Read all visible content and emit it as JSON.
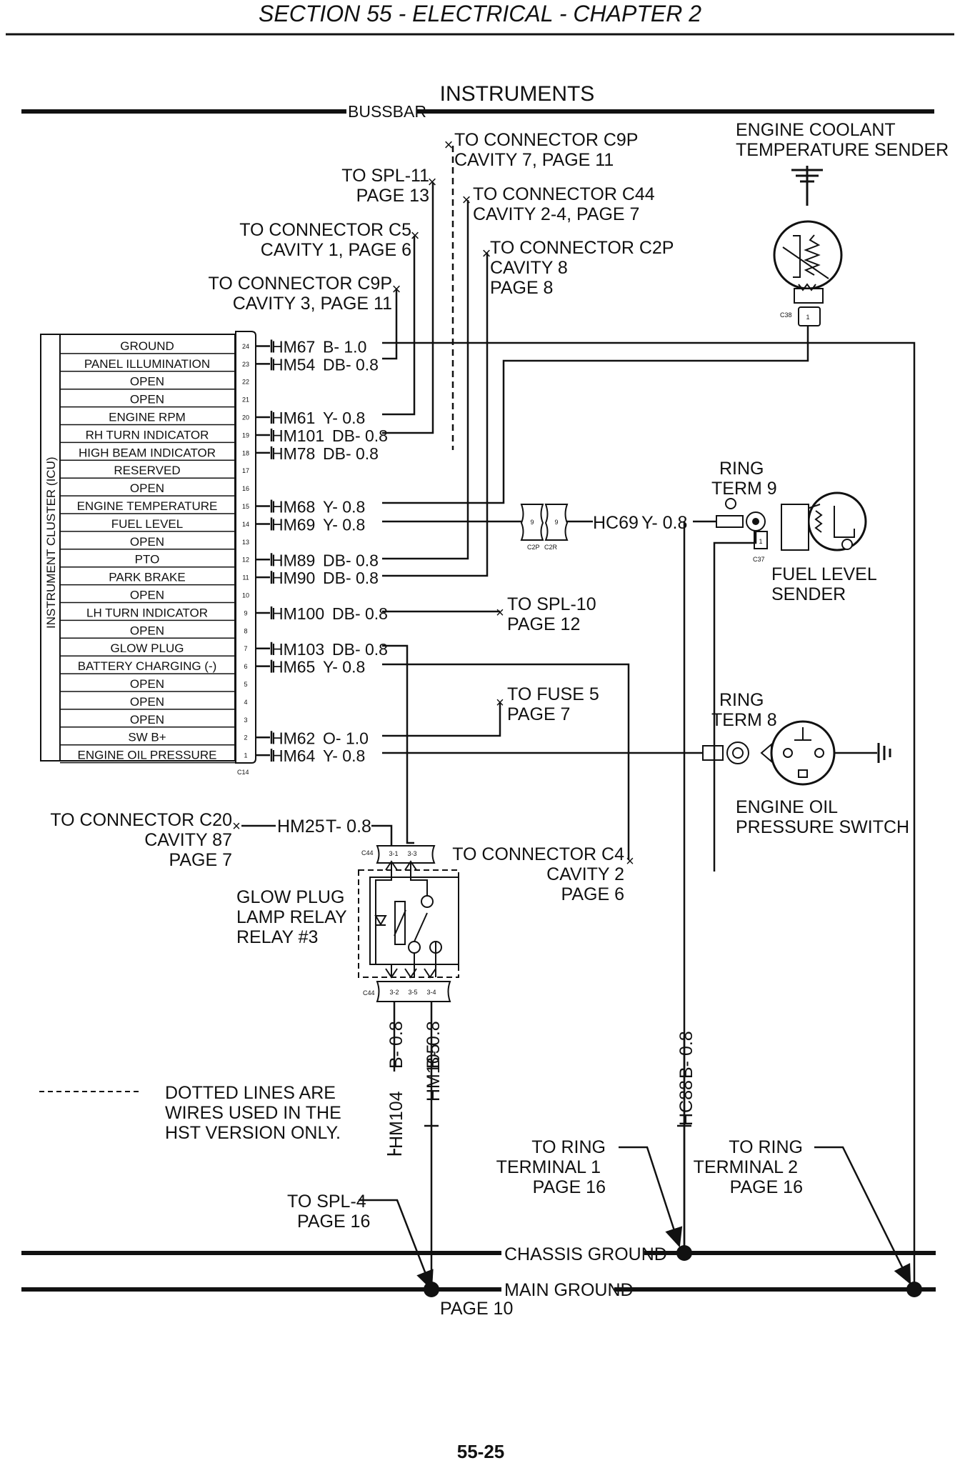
{
  "header": {
    "section_title": "SECTION 55 - ELECTRICAL - CHAPTER 2"
  },
  "diagram": {
    "title": "INSTRUMENTS",
    "bussbar_label": "BUSSBAR",
    "cluster_label": "INSTRUMENT CLUSTER (ICU)",
    "cluster_connector": "C14",
    "pins": [
      {
        "num": "24",
        "label": "GROUND"
      },
      {
        "num": "23",
        "label": "PANEL ILLUMINATION"
      },
      {
        "num": "22",
        "label": "OPEN"
      },
      {
        "num": "21",
        "label": "OPEN"
      },
      {
        "num": "20",
        "label": "ENGINE RPM"
      },
      {
        "num": "19",
        "label": "RH TURN INDICATOR"
      },
      {
        "num": "18",
        "label": "HIGH BEAM INDICATOR"
      },
      {
        "num": "17",
        "label": "RESERVED"
      },
      {
        "num": "16",
        "label": "OPEN"
      },
      {
        "num": "15",
        "label": "ENGINE TEMPERATURE"
      },
      {
        "num": "14",
        "label": "FUEL LEVEL"
      },
      {
        "num": "13",
        "label": "OPEN"
      },
      {
        "num": "12",
        "label": "PTO"
      },
      {
        "num": "11",
        "label": "PARK BRAKE"
      },
      {
        "num": "10",
        "label": "OPEN"
      },
      {
        "num": "9",
        "label": "LH TURN INDICATOR"
      },
      {
        "num": "8",
        "label": "OPEN"
      },
      {
        "num": "7",
        "label": "GLOW PLUG"
      },
      {
        "num": "6",
        "label": "BATTERY CHARGING (-)"
      },
      {
        "num": "5",
        "label": "OPEN"
      },
      {
        "num": "4",
        "label": "OPEN"
      },
      {
        "num": "3",
        "label": "OPEN"
      },
      {
        "num": "2",
        "label": "SW B+"
      },
      {
        "num": "1",
        "label": "ENGINE OIL PRESSURE"
      }
    ],
    "wires": [
      {
        "id": "HM67",
        "spec": "B- 1.0"
      },
      {
        "id": "HM54",
        "spec": "DB- 0.8"
      },
      {
        "id": "HM61",
        "spec": "Y- 0.8"
      },
      {
        "id": "HM101",
        "spec": "DB- 0.8"
      },
      {
        "id": "HM78",
        "spec": "DB- 0.8"
      },
      {
        "id": "HM68",
        "spec": "Y- 0.8"
      },
      {
        "id": "HM69",
        "spec": "Y- 0.8"
      },
      {
        "id": "HM89",
        "spec": "DB- 0.8"
      },
      {
        "id": "HM90",
        "spec": "DB- 0.8"
      },
      {
        "id": "HM100",
        "spec": "DB- 0.8"
      },
      {
        "id": "HM103",
        "spec": "DB- 0.8"
      },
      {
        "id": "HM65",
        "spec": "Y- 0.8"
      },
      {
        "id": "HM62",
        "spec": "O- 1.0"
      },
      {
        "id": "HM64",
        "spec": "Y- 0.8"
      }
    ],
    "refs": {
      "c9p_cavity7": [
        "TO CONNECTOR C9P",
        "CAVITY 7, PAGE 11"
      ],
      "spl11": [
        "TO SPL-11",
        "PAGE 13"
      ],
      "c44_cav24": [
        "TO CONNECTOR C44",
        "CAVITY 2-4, PAGE 7"
      ],
      "c5_cav1": [
        "TO CONNECTOR C5",
        "CAVITY 1, PAGE 6"
      ],
      "c2p_cav8": [
        "TO CONNECTOR C2P",
        "CAVITY 8",
        "PAGE 8"
      ],
      "c9p_cav3": [
        "TO CONNECTOR C9P",
        "CAVITY 3, PAGE 11"
      ],
      "spl10": [
        "TO SPL-10",
        "PAGE 12"
      ],
      "fuse5": [
        "TO FUSE 5",
        "PAGE 7"
      ],
      "c20_cav87": [
        "TO CONNECTOR C20",
        "CAVITY 87",
        "PAGE 7"
      ],
      "c4_cav2": [
        "TO CONNECTOR C4",
        "CAVITY 2",
        "PAGE 6"
      ],
      "spl4": [
        "TO SPL-4",
        "PAGE 16"
      ],
      "ring_term1": [
        "TO RING",
        "TERMINAL 1",
        "PAGE 16"
      ],
      "ring_term2": [
        "TO RING",
        "TERMINAL 2",
        "PAGE 16"
      ]
    },
    "coolant_sender": [
      "ENGINE COOLANT",
      "TEMPERATURE SENDER"
    ],
    "coolant_connector": "C38",
    "coolant_pin": "1",
    "ring_term9": [
      "RING",
      "TERM 9"
    ],
    "fuel_sender": [
      "FUEL LEVEL",
      "SENDER"
    ],
    "fuel_connector": "C37",
    "fuel_pin": "1",
    "c2p_c2r": {
      "pin_left": "9",
      "pin_right": "9",
      "label_left": "C2P",
      "label_right": "C2R"
    },
    "hc69": {
      "id": "HC69",
      "spec": "Y- 0.8"
    },
    "ring_term8": [
      "RING",
      "TERM 8"
    ],
    "oil_switch": [
      "ENGINE OIL",
      "PRESSURE SWITCH"
    ],
    "hm25": {
      "id": "HM25",
      "spec": "T- 0.8"
    },
    "relay": {
      "label": [
        "GLOW PLUG",
        "LAMP RELAY",
        "RELAY #3"
      ],
      "connector": "C44",
      "top_pins": [
        "3-1",
        "3-3"
      ],
      "bottom_pins": [
        "3-2",
        "3-5",
        "3-4"
      ]
    },
    "vertical_wires": [
      {
        "id": "HM104",
        "spec": "B- 0.8"
      },
      {
        "id": "HM105",
        "spec": "B- 0.8"
      },
      {
        "id": "HC88",
        "spec": "B- 0.8"
      }
    ],
    "legend": [
      "DOTTED LINES ARE",
      "WIRES USED IN THE",
      "HST VERSION ONLY."
    ],
    "chassis_ground": "CHASSIS GROUND",
    "main_ground": "MAIN GROUND",
    "main_ground_page": "PAGE 10"
  },
  "footer": {
    "page_number": "55-25"
  }
}
